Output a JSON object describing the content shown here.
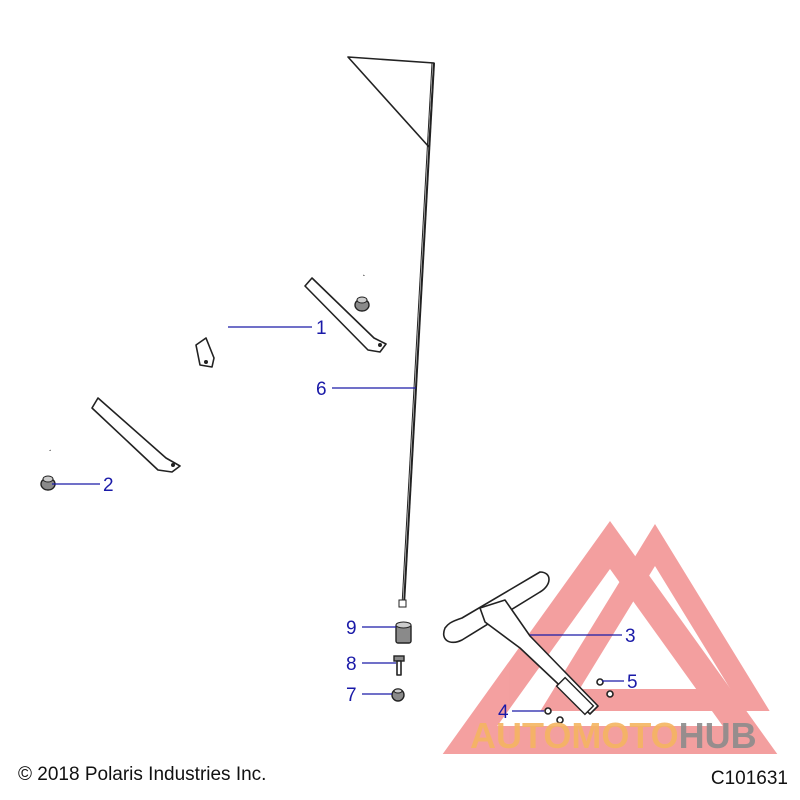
{
  "callouts": {
    "c1": "1",
    "c2": "2",
    "c3": "3",
    "c4": "4",
    "c5": "5",
    "c6": "6",
    "c7": "7",
    "c8": "8",
    "c9": "9"
  },
  "footer": {
    "copyright": "© 2018 Polaris Industries Inc.",
    "drawing_id": "C101631"
  },
  "watermark": {
    "brand": "AUTOMOTOHUB",
    "colors": {
      "triangle": "#f08080",
      "auto_moto": "#f5b561",
      "hub": "#8c8c8c"
    }
  },
  "colors": {
    "callout": "#1a1aa8",
    "line": "#222222"
  }
}
